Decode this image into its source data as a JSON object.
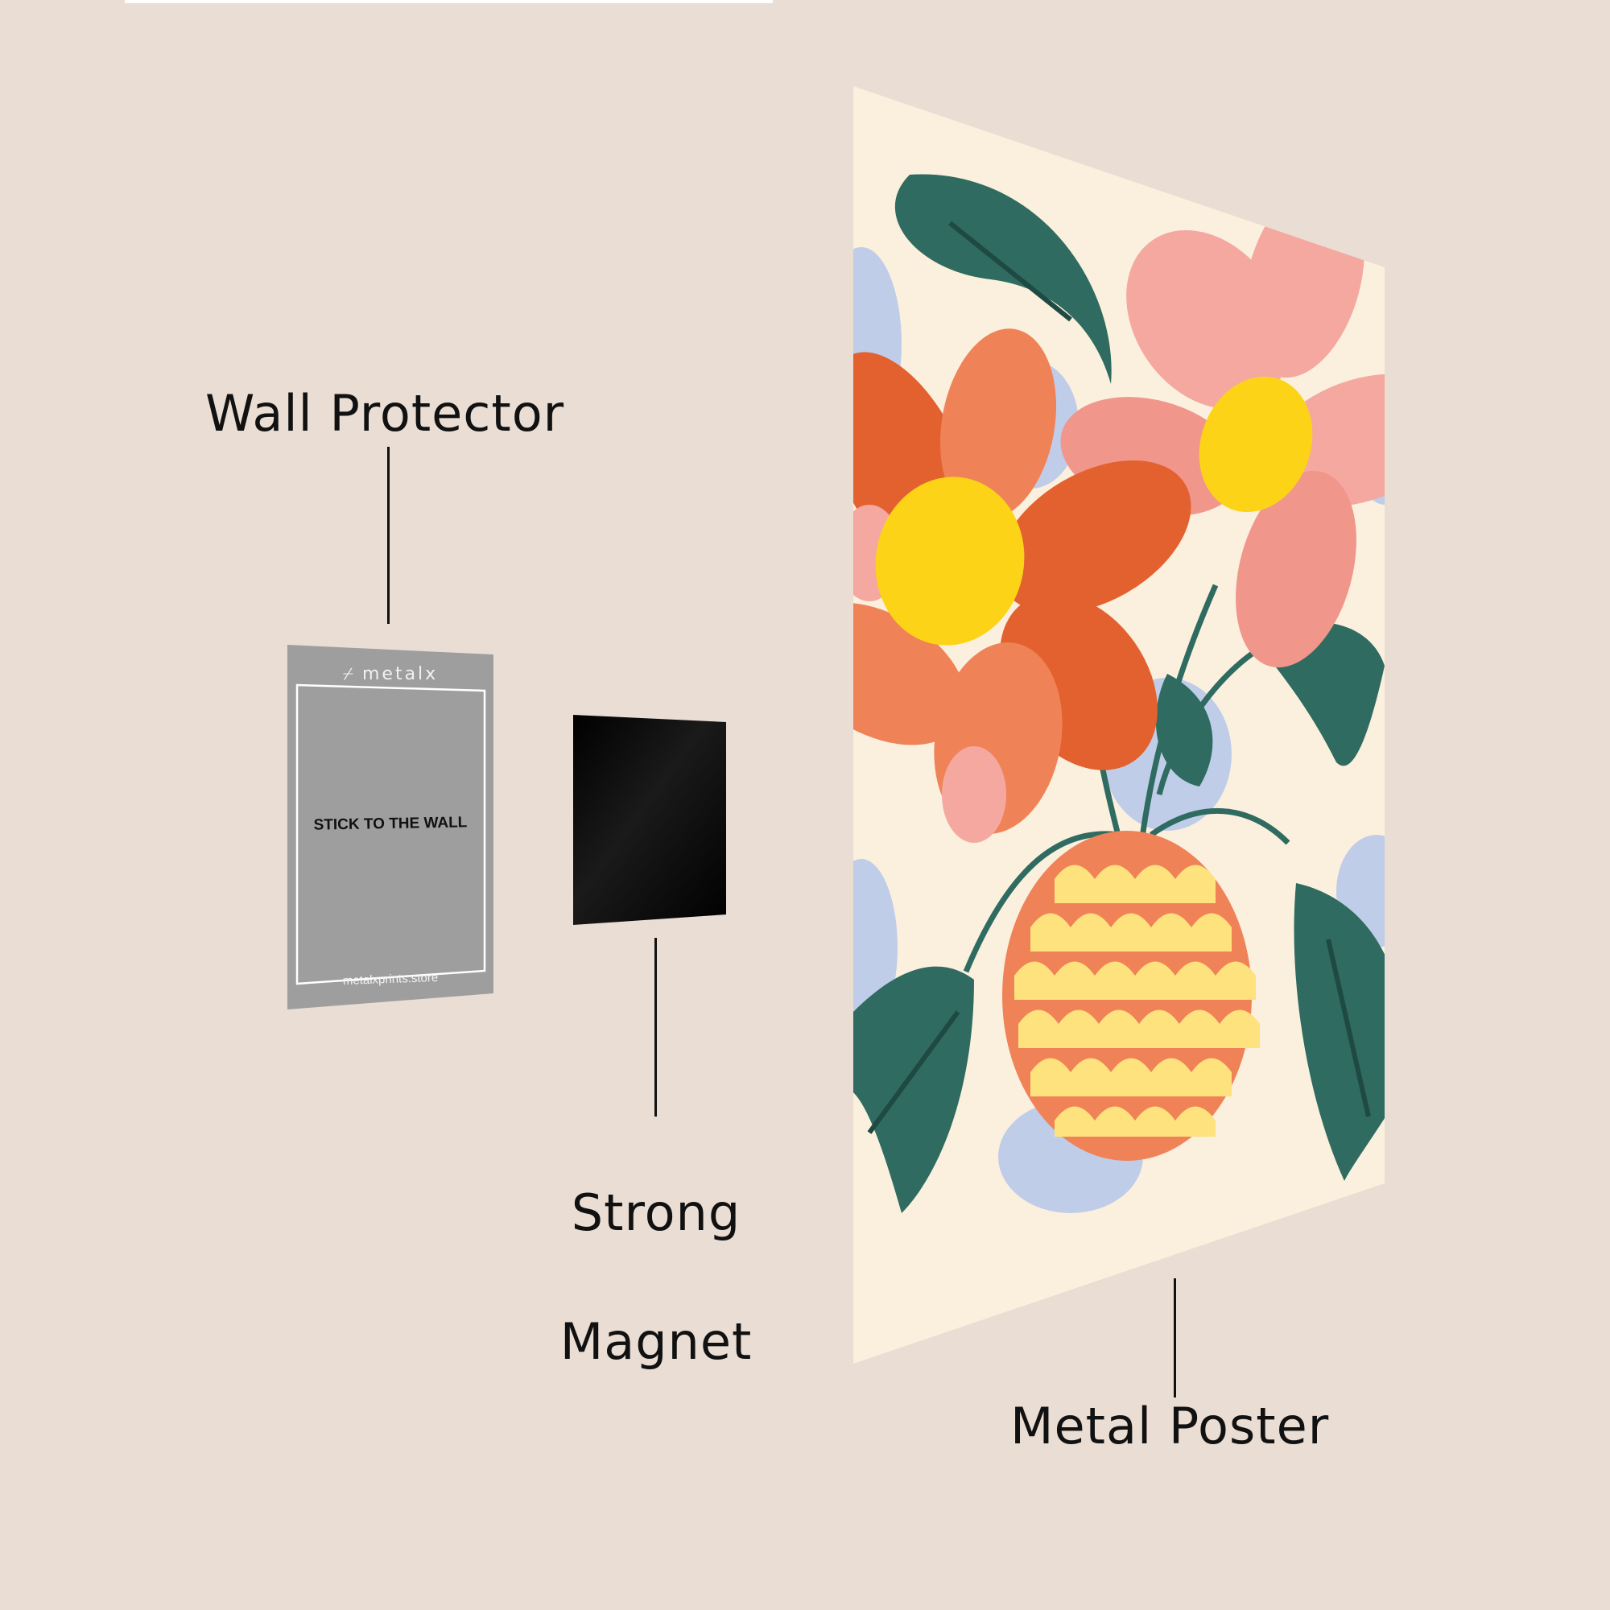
{
  "labels": {
    "wall_protector": "Wall Protector",
    "strong_magnet_line1": "Strong",
    "strong_magnet_line2": "Magnet",
    "metal_poster": "Metal Poster"
  },
  "wall_protector_card": {
    "brand": "metalx",
    "instruction": "STICK TO THE WALL",
    "website": "metalxprints.store"
  },
  "colors": {
    "background": "#e9ddd4",
    "protector": "#9e9e9e",
    "magnet": "#050505",
    "poster_bg": "#fbf0de",
    "leaf": "#2f6b60",
    "orange_petal": "#f08258",
    "pink_petal": "#f5a8a0",
    "flower_center": "#fdd317",
    "blue_shape": "#c0cde8"
  },
  "icons": {
    "brand_logo": "metalx-logo-icon"
  }
}
